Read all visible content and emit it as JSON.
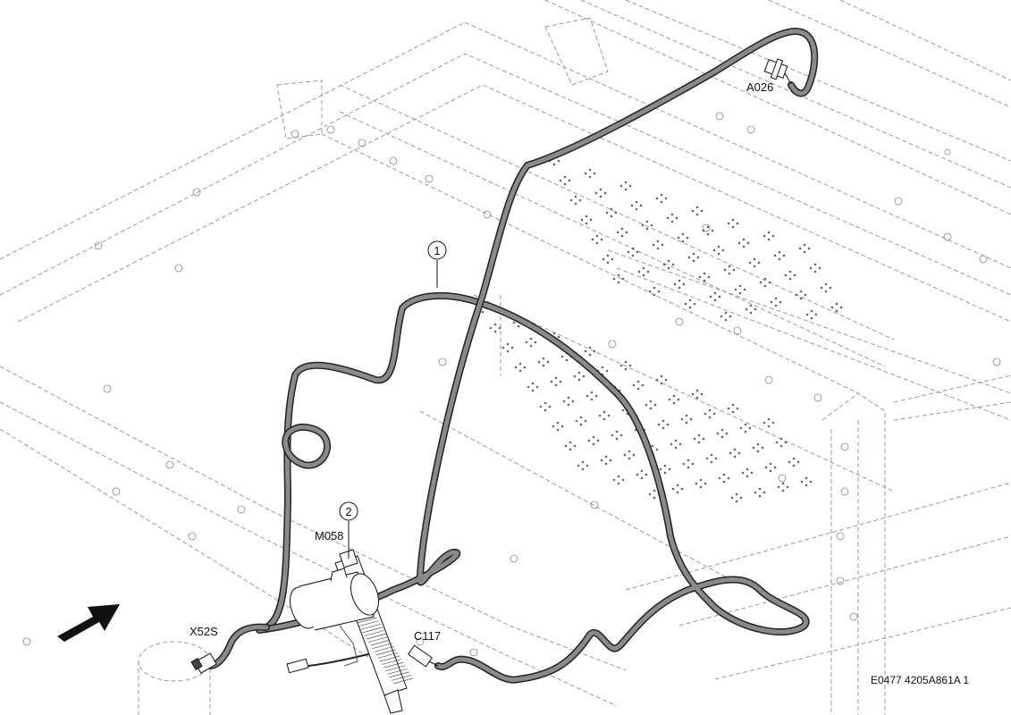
{
  "callouts": [
    {
      "number": "1"
    },
    {
      "number": "2"
    }
  ],
  "components": {
    "a026": "A026",
    "m058": "M058",
    "x52s": "X52S",
    "c117": "C117"
  },
  "document_id": "E0477 4205A861A 1",
  "colors": {
    "line": "#333333",
    "frame_dashed": "#9a9a9a",
    "harness_fill": "#7a7a7a",
    "harness_edge": "#222222",
    "arrow": "#111111"
  }
}
